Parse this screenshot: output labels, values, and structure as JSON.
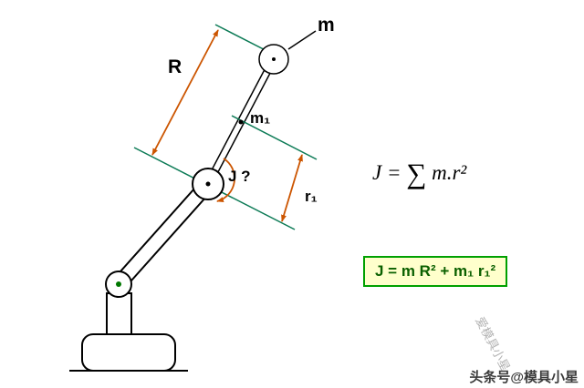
{
  "diagram": {
    "labels": {
      "mass_top": "m",
      "radius_big": "R",
      "mass_mid": "m₁",
      "inertia_q": "J ?",
      "radius_small": "r₁"
    },
    "formulas": {
      "sum_lhs": "J = ",
      "sum_sigma": "∑",
      "sum_rhs": " m.r²",
      "boxed": "J = m R² + m₁ r₁²"
    },
    "watermarks": {
      "horizontal": "头条号@模具小星",
      "rotated": "爱模具小星"
    },
    "colors": {
      "guide_green": "#0b7a55",
      "dimension_orange": "#cc5500",
      "box_border": "#00a000",
      "box_bg": "#ffffcc",
      "joint_dot_green": "#007700"
    }
  }
}
